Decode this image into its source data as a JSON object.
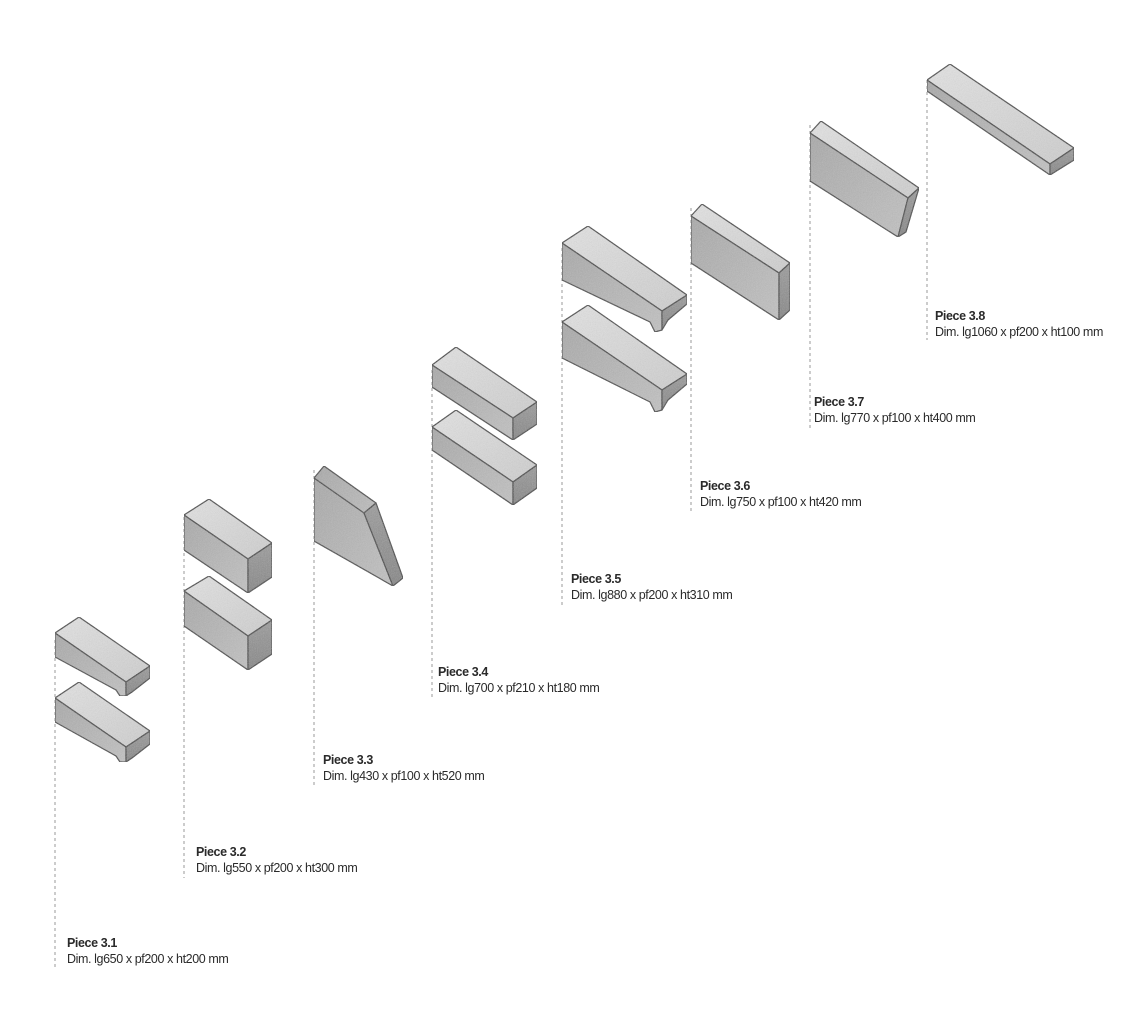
{
  "pieces": [
    {
      "title": "Piece 3.1",
      "dim": "Dim. lg650 x pf200 x ht200 mm"
    },
    {
      "title": "Piece 3.2",
      "dim": "Dim. lg550 x pf200 x ht300 mm"
    },
    {
      "title": "Piece 3.3",
      "dim": "Dim. lg430 x pf100 x ht520 mm"
    },
    {
      "title": "Piece 3.4",
      "dim": "Dim. lg700 x pf210 x ht180 mm"
    },
    {
      "title": "Piece 3.5",
      "dim": "Dim. lg880 x pf200 x ht310 mm"
    },
    {
      "title": "Piece 3.6",
      "dim": "Dim. lg750 x pf100 x ht420 mm"
    },
    {
      "title": "Piece 3.7",
      "dim": "Dim. lg770 x pf100 x ht400 mm"
    },
    {
      "title": "Piece 3.8",
      "dim": "Dim. lg1060 x pf200 x ht100 mm"
    }
  ],
  "colors": {
    "top_face": "#dcdcdc",
    "front_face": "#b4b4b4",
    "side_face": "#8e8e8e",
    "outline": "#3a3a3a",
    "leader_line": "#9a9a9a"
  }
}
